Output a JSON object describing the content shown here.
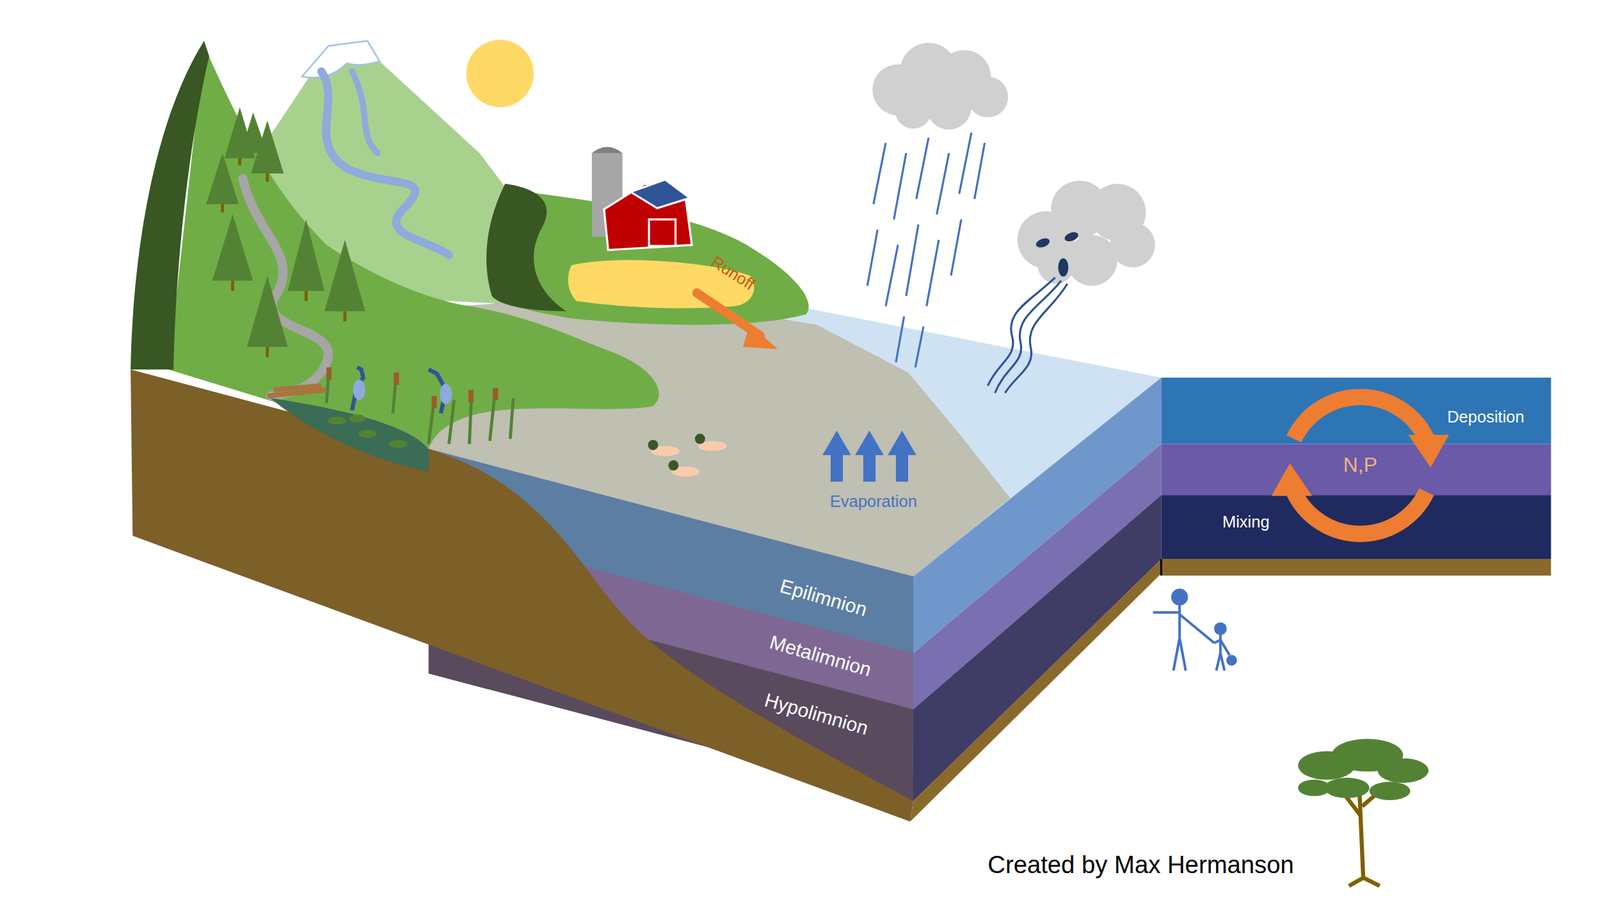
{
  "diagram": {
    "caption": "Created by Max Hermanson",
    "labels": [
      "Runoff",
      "Evaporation",
      "Epilimnion",
      "Metalimnion",
      "Hypolimnion",
      "Deposition",
      "N,P",
      "Mixing"
    ]
  }
}
